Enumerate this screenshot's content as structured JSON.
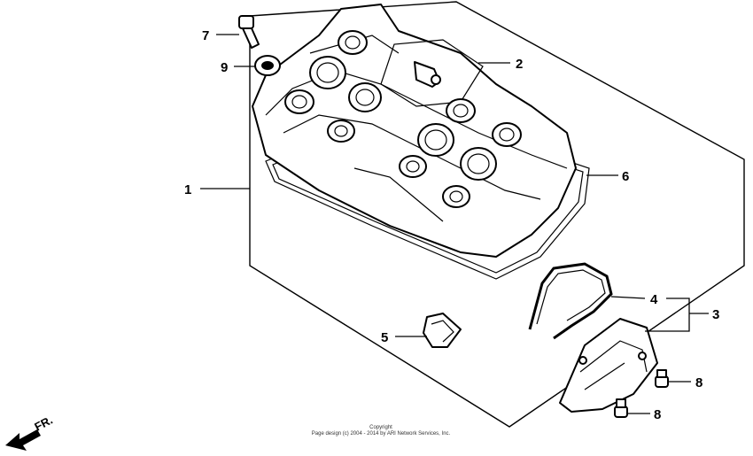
{
  "callouts": {
    "c1": "1",
    "c2": "2",
    "c3": "3",
    "c4": "4",
    "c5": "5",
    "c6": "6",
    "c7": "7",
    "c8a": "8",
    "c8b": "8",
    "c9": "9"
  },
  "direction_label": "FR.",
  "copyright": {
    "line1": "Copyright",
    "line2": "Page design (c) 2004 - 2014 by ARI Network Services, Inc."
  }
}
